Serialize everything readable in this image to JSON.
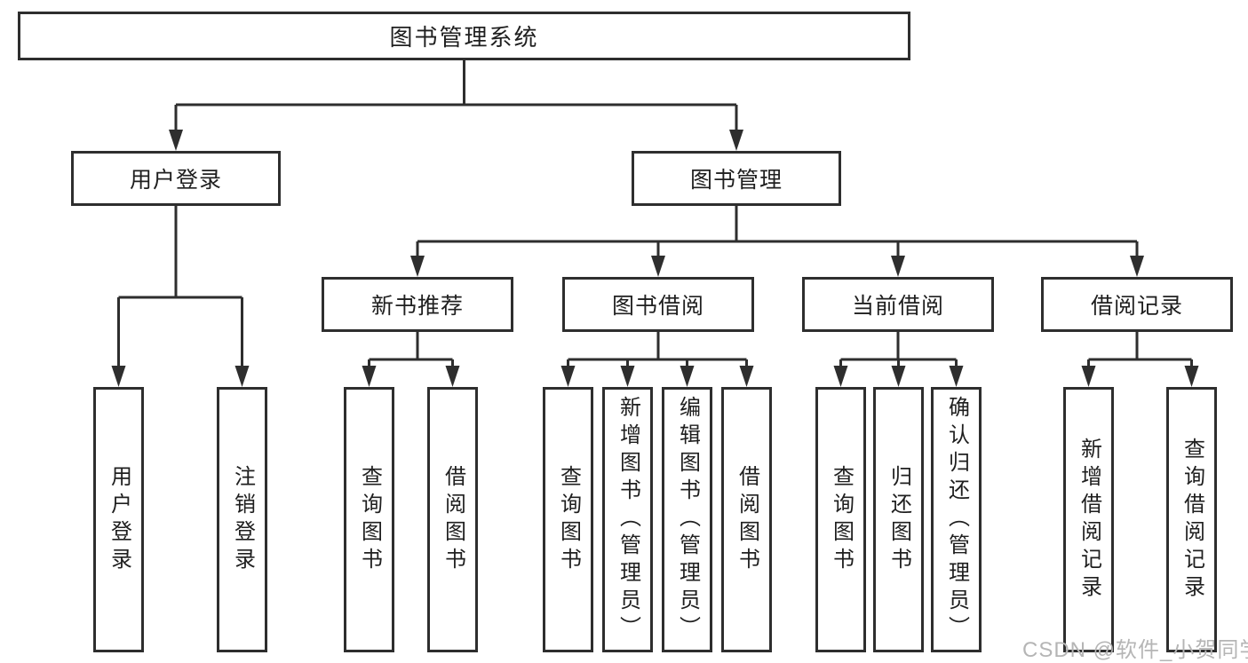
{
  "colors": {
    "line": "#2e2e2e",
    "box_border": "#2e2e2e",
    "text": "#1f1f1f",
    "background": "#ffffff",
    "watermark_text": "#b5b5b5"
  },
  "watermark": {
    "text": "CSDN @软件_小贺同学"
  },
  "tree": {
    "root": {
      "label": "图书管理系统"
    },
    "branches": [
      {
        "label": "用户登录",
        "children": [
          {
            "label": "用户登录"
          },
          {
            "label": "注销登录"
          }
        ]
      },
      {
        "label": "图书管理",
        "children": [
          {
            "label": "新书推荐",
            "children": [
              {
                "label": "查询图书"
              },
              {
                "label": "借阅图书"
              }
            ]
          },
          {
            "label": "图书借阅",
            "children": [
              {
                "label": "查询图书"
              },
              {
                "label": "新增图书（管理员）"
              },
              {
                "label": "编辑图书（管理员）"
              },
              {
                "label": "借阅图书"
              }
            ]
          },
          {
            "label": "当前借阅",
            "children": [
              {
                "label": "查询图书"
              },
              {
                "label": "归还图书"
              },
              {
                "label": "确认归还（管理员）"
              }
            ]
          },
          {
            "label": "借阅记录",
            "children": [
              {
                "label": "新增借阅记录"
              },
              {
                "label": "查询借阅记录"
              }
            ]
          }
        ]
      }
    ]
  }
}
